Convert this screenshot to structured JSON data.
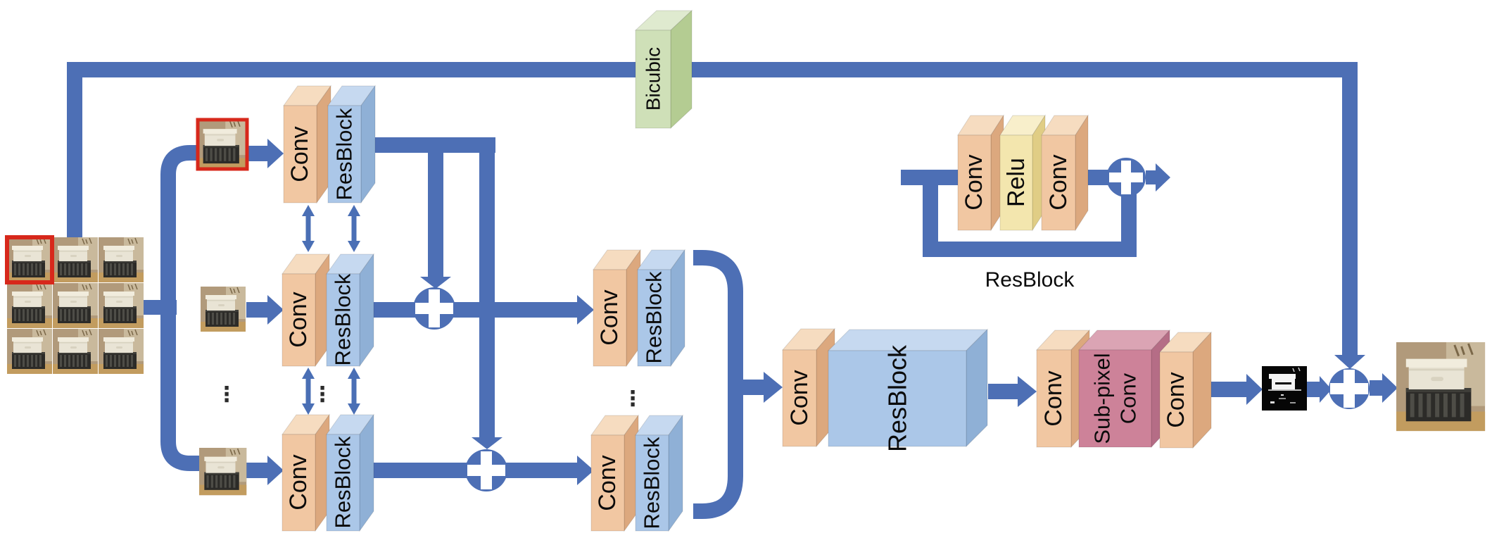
{
  "figure": {
    "type": "network-architecture-diagram",
    "labels": {
      "conv": "Conv",
      "resblock": "ResBlock",
      "relu": "Relu",
      "bicubic": "Bicubic",
      "subpixel_line1": "Sub-pixel",
      "subpixel_line2": "Conv",
      "ellipsis": "⋮"
    },
    "resblock_detail": {
      "caption": "ResBlock",
      "sequence": [
        "Conv",
        "Relu",
        "Conv"
      ]
    },
    "input_grid": {
      "rows": 3,
      "cols": 3,
      "highlighted_cell": "top-left"
    },
    "branches": {
      "per_view_blocks": [
        "Conv",
        "ResBlock"
      ],
      "fusion_blocks": [
        "Conv",
        "ResBlock"
      ],
      "trunk_blocks": [
        "Conv",
        "ResBlock",
        "Conv",
        "Sub-pixel Conv",
        "Conv"
      ],
      "global_skip_block": "Bicubic"
    },
    "colors": {
      "line": "#4d6fb5",
      "conv": "#f1c7a2",
      "resblock": "#abc7e8",
      "relu": "#f3e6ae",
      "bicubic": "#cfe0b8",
      "subpixel": "#cd8299",
      "highlight_red": "#d7281b"
    }
  }
}
